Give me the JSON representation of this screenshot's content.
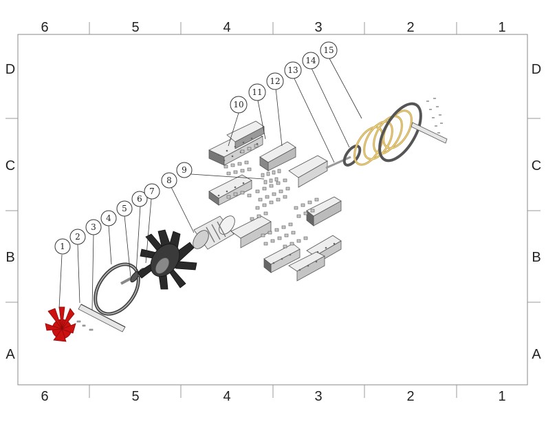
{
  "zones": {
    "columns": [
      "6",
      "5",
      "4",
      "3",
      "2",
      "1"
    ],
    "rows": [
      "D",
      "C",
      "B",
      "A"
    ]
  },
  "callouts": [
    "1",
    "2",
    "3",
    "4",
    "5",
    "6",
    "7",
    "8",
    "9",
    "10",
    "11",
    "12",
    "13",
    "14",
    "15"
  ],
  "colors": {
    "fan": "#cc1111",
    "spring": "#e8c860",
    "ring": "#555555",
    "impeller": "#2a2a2a",
    "part_fill": "#eeeeee",
    "line": "#333333"
  }
}
